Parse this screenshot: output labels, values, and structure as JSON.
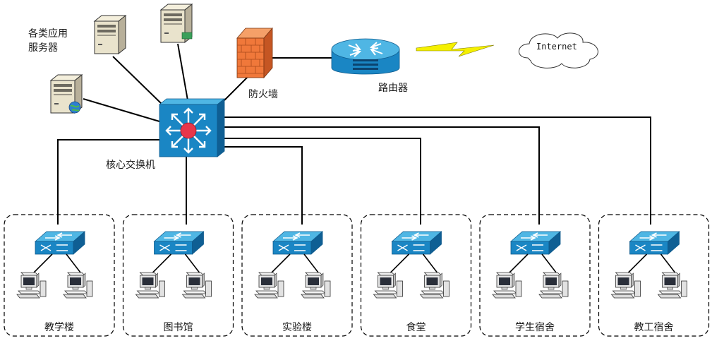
{
  "labels": {
    "servers": [
      "各类应用",
      "服务器"
    ],
    "firewall": "防火墙",
    "router": "路由器",
    "internet": "Internet",
    "core_switch": "核心交换机"
  },
  "zones": [
    {
      "name": "教学楼"
    },
    {
      "name": "图书馆"
    },
    {
      "name": "实验楼"
    },
    {
      "name": "食堂"
    },
    {
      "name": "学生宿舍"
    },
    {
      "name": "教工宿舍"
    }
  ],
  "colors": {
    "switch_top": "#4fb6e4",
    "switch_front": "#1a86c4",
    "switch_side": "#0f5f94",
    "core_center": "#e8364a",
    "firewall": "#f0783a",
    "lightning": "#f5f000",
    "line": "#000000"
  },
  "icons": {
    "server": "server-icon",
    "firewall": "firewall-icon",
    "router": "router-icon",
    "cloud": "cloud-icon",
    "core_switch": "core-switch-icon",
    "access_switch": "access-switch-icon",
    "pc": "pc-icon"
  }
}
